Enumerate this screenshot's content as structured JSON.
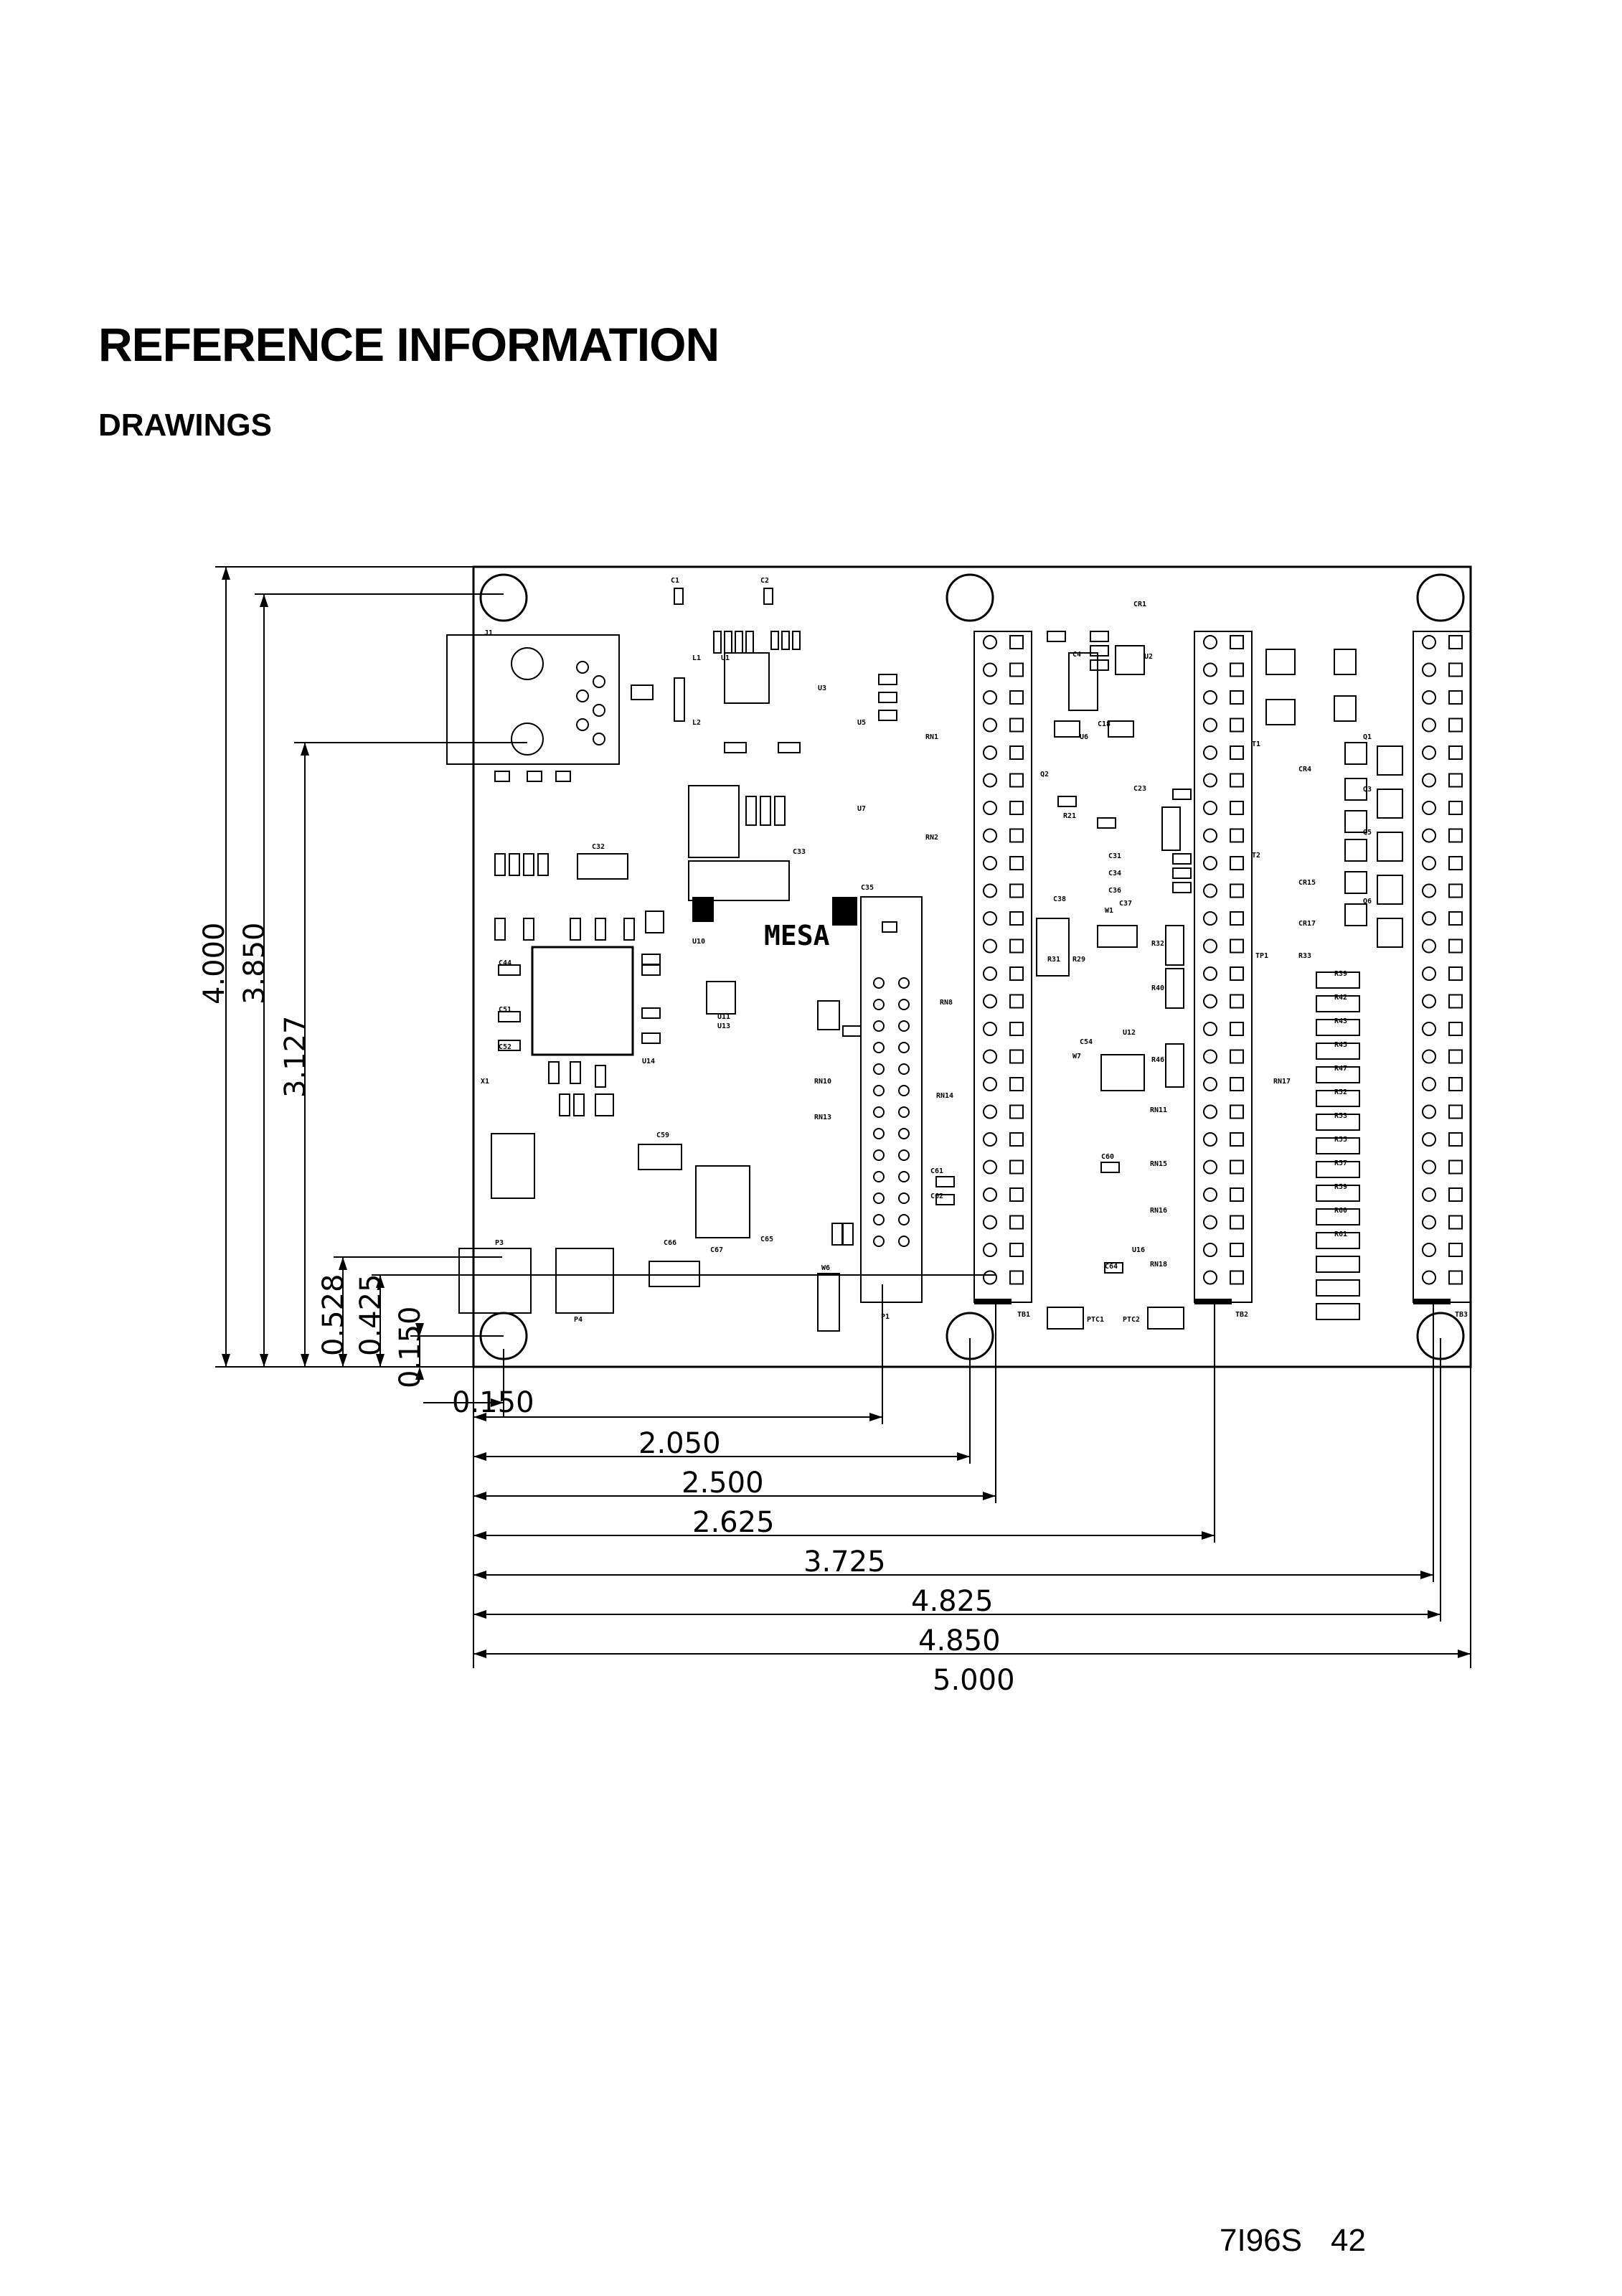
{
  "heading": "REFERENCE INFORMATION",
  "subheading": "DRAWINGS",
  "footer": {
    "doc": "7I96S",
    "page": "42"
  },
  "drawing": {
    "logo": "MESA",
    "vertical_dims": [
      "4.000",
      "3.850",
      "3.127",
      "0.528",
      "0.425",
      "0.150"
    ],
    "horizontal_dims": [
      "0.150",
      "2.050",
      "2.500",
      "2.625",
      "3.725",
      "4.825",
      "4.850",
      "5.000"
    ],
    "connector_labels": [
      "TB1",
      "TB2",
      "TB3",
      "P1",
      "P3",
      "P4",
      "J1",
      "W6",
      "PTC1",
      "PTC2"
    ],
    "component_labels": [
      "C1",
      "C2",
      "CR1",
      "U1",
      "U2",
      "U3",
      "U5",
      "U6",
      "U7",
      "L1",
      "L2",
      "C4",
      "C18",
      "C23",
      "Q2",
      "R21",
      "C31",
      "C34",
      "C36",
      "C37",
      "C38",
      "W1",
      "R31",
      "R29",
      "R32",
      "R40",
      "U12",
      "W7",
      "C54",
      "R46",
      "RN11",
      "C60",
      "RN15",
      "RN16",
      "U16",
      "C64",
      "RN18",
      "RN1",
      "RN2",
      "RN8",
      "RN10",
      "RN13",
      "RN14",
      "U10",
      "U11",
      "U13",
      "U14",
      "C59",
      "C61",
      "C62",
      "C65",
      "C66",
      "C67",
      "C44",
      "C51",
      "C52",
      "X1",
      "C32",
      "C33",
      "C35",
      "R39",
      "R42",
      "R43",
      "R45",
      "R47",
      "R52",
      "R53",
      "R55",
      "R57",
      "R59",
      "R60",
      "R61",
      "T1",
      "T2",
      "CR4",
      "CR15",
      "CR17",
      "Q1",
      "Q3",
      "Q5",
      "Q6",
      "TP1",
      "R33",
      "RN17"
    ]
  }
}
